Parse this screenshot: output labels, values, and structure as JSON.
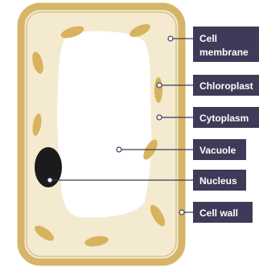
{
  "labels": {
    "cell_membrane_line1": "Cell",
    "cell_membrane_line2": "membrane",
    "chloroplast": "Chloroplast",
    "cytoplasm": "Cytoplasm",
    "vacuole": "Vacuole",
    "nucleus": "Nucleus",
    "cell_wall": "Cell wall"
  },
  "colors": {
    "cell_wall": "#d6b568",
    "cytoplasm": "#f3ead0",
    "vacuole": "#ffffff",
    "chloroplast": "#d8b35e",
    "nucleus": "#1b1b1b",
    "label_box": "#3d3b57",
    "leader_line": "#3d3b57"
  }
}
